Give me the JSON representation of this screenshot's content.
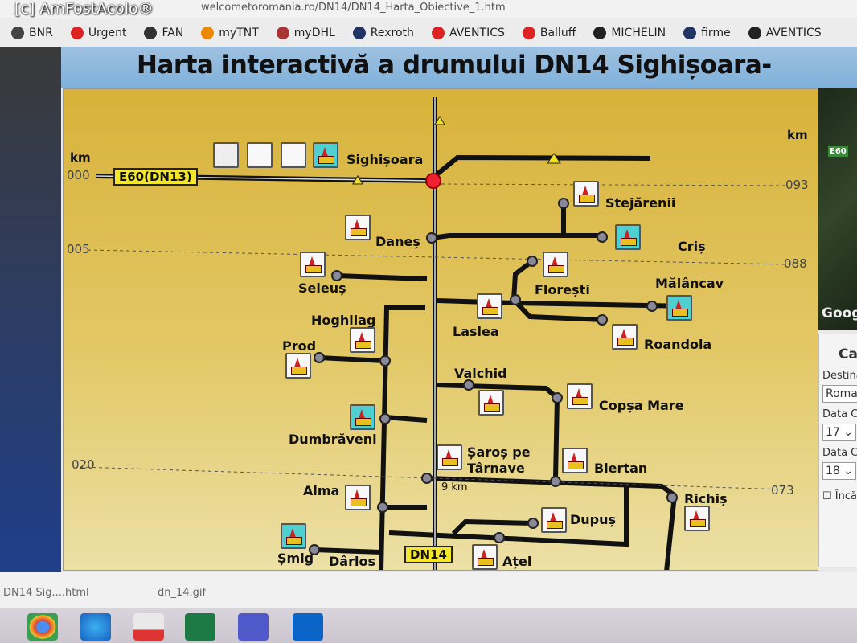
{
  "browser": {
    "url": "welcometoromania.ro/DN14/DN14_Harta_Obiective_1.htm",
    "watermark": "[c] AmFostAcolo®",
    "bookmarks": [
      {
        "label": "BNR",
        "color": "#444"
      },
      {
        "label": "Urgent",
        "color": "#d22"
      },
      {
        "label": "FAN",
        "color": "#333"
      },
      {
        "label": "myTNT",
        "color": "#e80"
      },
      {
        "label": "myDHL",
        "color": "#a33"
      },
      {
        "label": "Rexroth",
        "color": "#236"
      },
      {
        "label": "AVENTICS",
        "color": "#d22"
      },
      {
        "label": "Balluff",
        "color": "#d22"
      },
      {
        "label": "MICHELIN",
        "color": "#222"
      },
      {
        "label": "firme",
        "color": "#236"
      },
      {
        "label": "AVENTICS",
        "color": "#222"
      }
    ]
  },
  "page": {
    "title": "Harta interactivă a drumului DN14 Sighișoara-"
  },
  "map": {
    "km_label": "km",
    "left_km": [
      "000",
      "005",
      "020"
    ],
    "right_km": [
      "093",
      "088",
      "073"
    ],
    "signs": {
      "e60": "E60(DN13)",
      "dn14": "DN14"
    },
    "distance": "9 km",
    "towns": [
      "Sighișoara",
      "Stejărenii",
      "Daneș",
      "Criș",
      "Seleuș",
      "Florești",
      "Mălâncav",
      "Hoghilag",
      "Laslea",
      "Roandola",
      "Prod",
      "Valchid",
      "Copșa Mare",
      "Dumbrăveni",
      "Șaroș pe Târnave",
      "Biertan",
      "Alma",
      "Richiș",
      "Dupuș",
      "Șmig",
      "Ațel",
      "Dârlos"
    ]
  },
  "sidebar": {
    "sat_badge": "E60",
    "google": "Goog",
    "heading": "Ca",
    "dest_label": "Destina",
    "dest_value": "Roma",
    "date1_label": "Data Ch",
    "date1_value": "17",
    "date2_label": "Data Ch",
    "date2_value": "18",
    "checkbox_label": "Încă n"
  },
  "downloads": [
    {
      "name": "DN14 Sig....html"
    },
    {
      "name": "dn_14.gif"
    }
  ]
}
